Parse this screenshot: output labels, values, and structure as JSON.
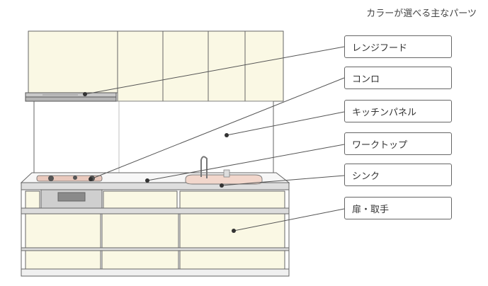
{
  "title": "カラーが選べる主なパーツ",
  "labels": [
    {
      "text": "レンジフード"
    },
    {
      "text": "コンロ"
    },
    {
      "text": "キッチンパネル"
    },
    {
      "text": "ワークトップ"
    },
    {
      "text": "シンク"
    },
    {
      "text": "扉・取手"
    }
  ],
  "colors": {
    "cabinet": "#faf8e4",
    "outline": "#666666",
    "panel": "#ffffff",
    "stainless": "#cfcfcf",
    "sink": "#f2d7cc",
    "stove": "#e9c9bd",
    "leader": "#555555"
  }
}
